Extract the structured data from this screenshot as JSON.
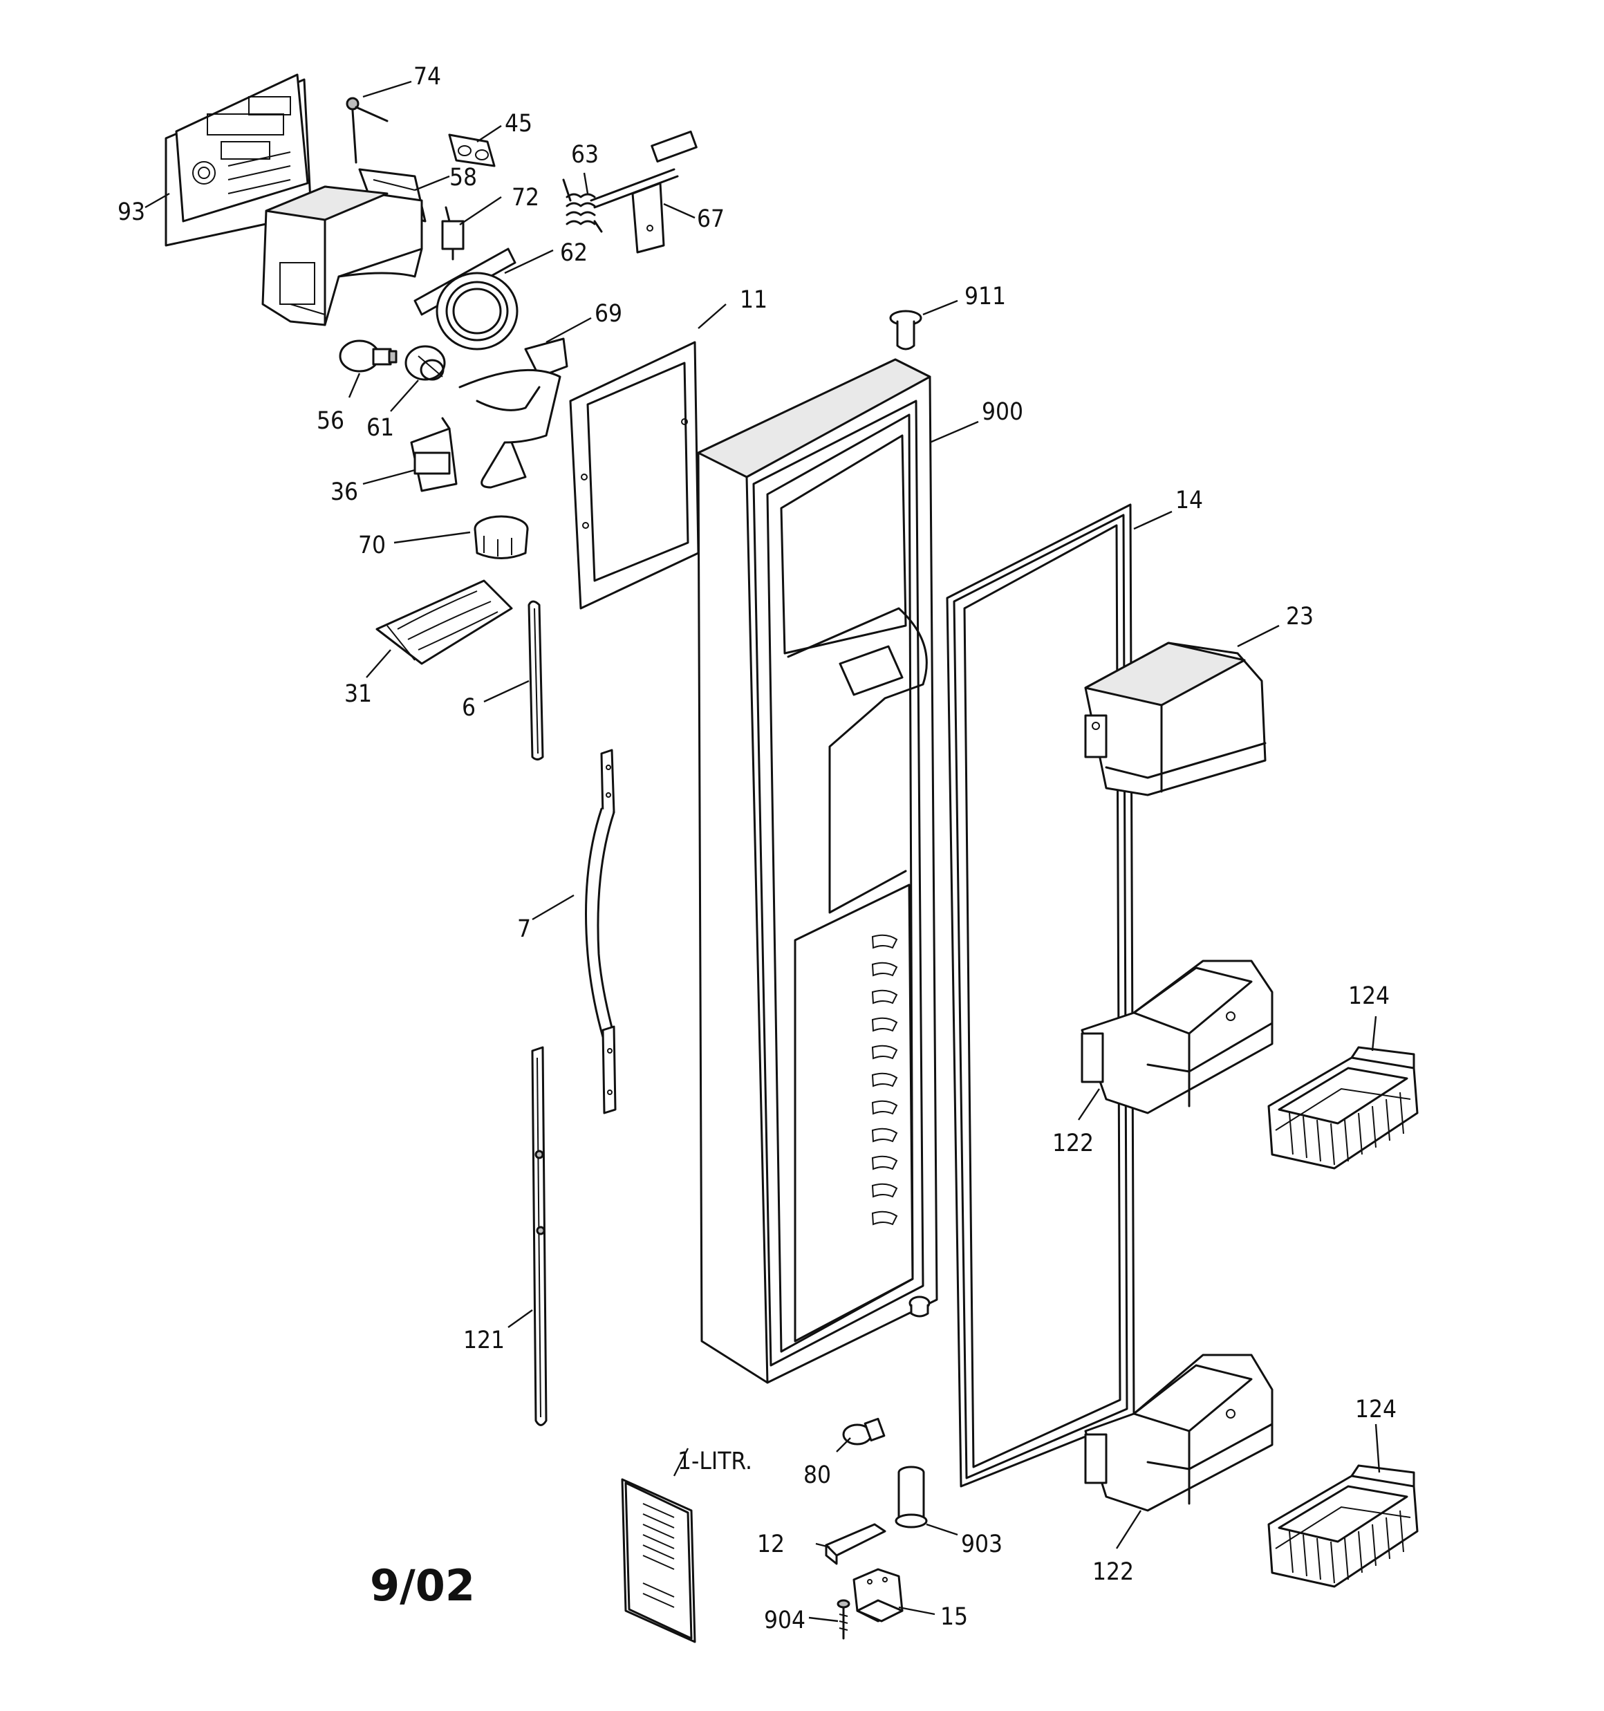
{
  "diagram": {
    "date_code": "9/02",
    "callouts": {
      "c74": "74",
      "c45": "45",
      "c63": "63",
      "c67": "67",
      "c58": "58",
      "c72": "72",
      "c93": "93",
      "c62": "62",
      "c69": "69",
      "c11": "11",
      "c911": "911",
      "c56": "56",
      "c61": "61",
      "c900": "900",
      "c36": "36",
      "c70": "70",
      "c14": "14",
      "c23": "23",
      "c31": "31",
      "c6": "6",
      "c7": "7",
      "c124a": "124",
      "c122a": "122",
      "c121": "121",
      "c124b": "124",
      "c1litr": "1-LITR.",
      "c80": "80",
      "c12": "12",
      "c903": "903",
      "c122b": "122",
      "c904": "904",
      "c15": "15"
    }
  }
}
